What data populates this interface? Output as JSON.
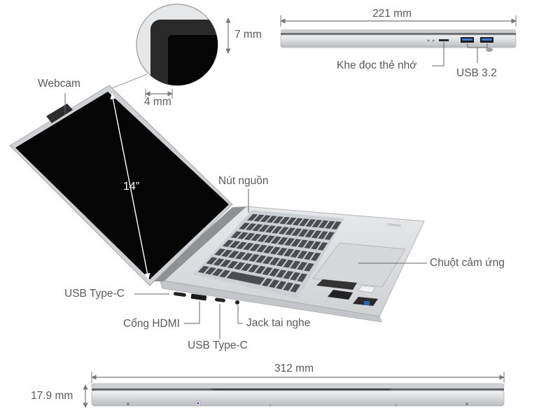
{
  "labels": {
    "webcam": "Webcam",
    "bezel": "4 mm",
    "lid_thickness": "7 mm",
    "depth": "221  mm",
    "card_reader": "Khe đọc thẻ nhớ",
    "usb32": "USB 3.2",
    "screen_size": "14”",
    "power_button": "Nút nguồn",
    "touchpad": "Chuột cảm ứng",
    "usb_c_left": "USB Type-C",
    "hdmi": "Cổng HDMI",
    "usb_c_bottom": "USB Type-C",
    "headphone": "Jack tai nghe",
    "width": "312 mm",
    "height": "17.9 mm"
  },
  "colors": {
    "chassis": "#d9dbde",
    "screen": "#050505",
    "keys": "#4a4d52",
    "label_text": "#5a5a5a"
  }
}
